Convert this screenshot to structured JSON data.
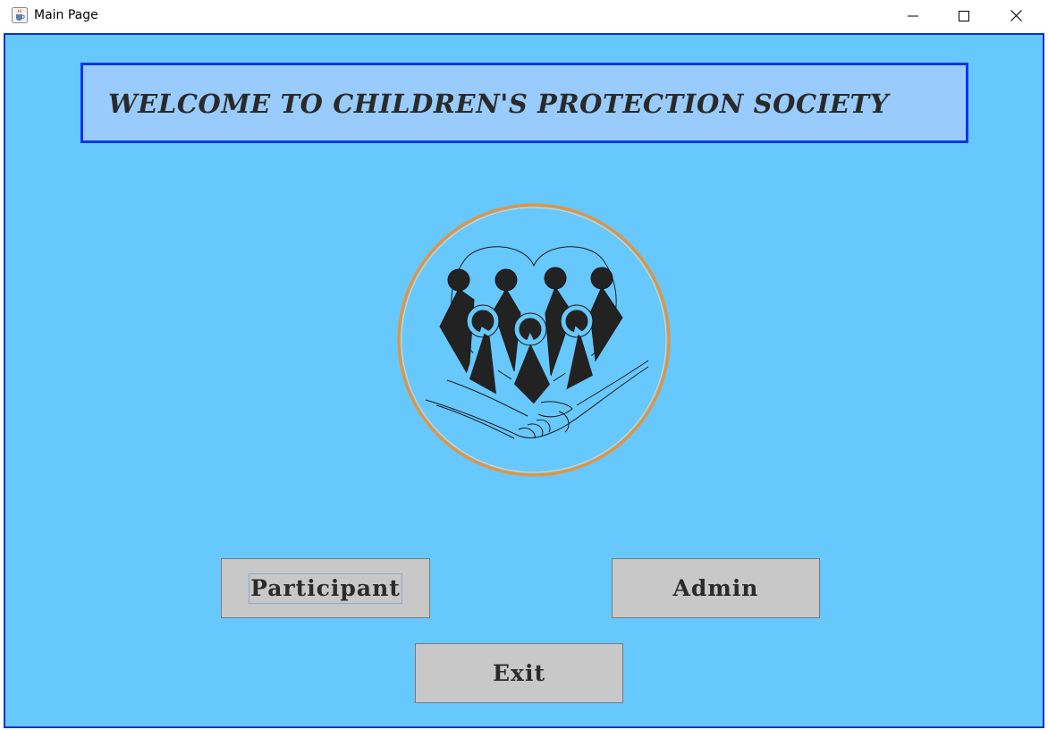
{
  "window": {
    "title": "Main Page",
    "app_icon": "java-cup-icon",
    "controls": [
      "minimize-icon",
      "maximize-icon",
      "close-icon"
    ]
  },
  "banner": {
    "text": "WELCOME TO CHILDREN'S PROTECTION SOCIETY"
  },
  "logo": {
    "icon": "heart-children-hands-logo"
  },
  "buttons": {
    "participant": "Participant",
    "admin": "Admin",
    "exit": "Exit"
  },
  "colors": {
    "background": "#66c8fc",
    "banner_bg": "#99ccfd",
    "border_blue": "#0a36ee",
    "button_bg": "#c8c8c8",
    "logo_ring": "#e8913a"
  }
}
